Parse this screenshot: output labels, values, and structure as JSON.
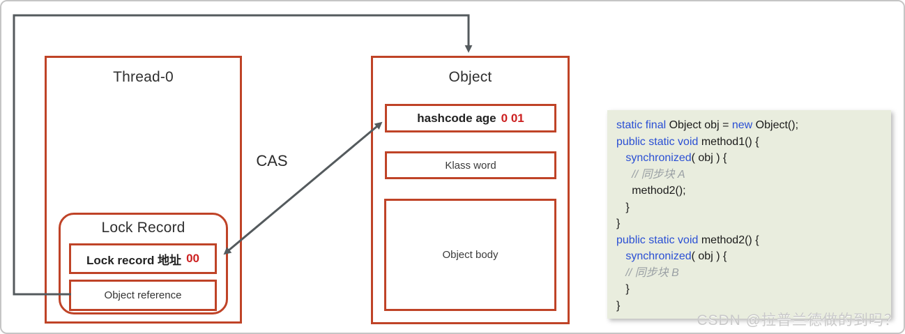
{
  "diagram": {
    "thread_box": {
      "title": "Thread-0"
    },
    "lock_record_box": {
      "title": "Lock Record",
      "address_row": {
        "label": "Lock record 地址",
        "value": "00"
      },
      "reference_row": {
        "label": "Object reference"
      }
    },
    "object_box": {
      "title": "Object",
      "mark_word_row": {
        "label": "hashcode age",
        "value": "0 01"
      },
      "klass_row": {
        "label": "Klass word"
      },
      "body_row": {
        "label": "Object body"
      }
    },
    "cas_label": "CAS"
  },
  "code_panel": {
    "lines": [
      [
        [
          "static final",
          "kw"
        ],
        [
          " Object obj = ",
          "plain"
        ],
        [
          "new",
          "kw"
        ],
        [
          " Object();",
          "plain"
        ]
      ],
      [
        [
          "public static void",
          "kw"
        ],
        [
          " method1() {",
          "plain"
        ]
      ],
      [
        [
          "   ",
          "plain"
        ],
        [
          "synchronized",
          "kw"
        ],
        [
          "( obj ) {",
          "plain"
        ]
      ],
      [
        [
          "     ",
          "plain"
        ],
        [
          "// 同步块 A",
          "comment"
        ]
      ],
      [
        [
          "     method2();",
          "plain"
        ]
      ],
      [
        [
          "   }",
          "plain"
        ]
      ],
      [
        [
          "}",
          "plain"
        ]
      ],
      [
        [
          "public static void",
          "kw"
        ],
        [
          " method2() {",
          "plain"
        ]
      ],
      [
        [
          "   ",
          "plain"
        ],
        [
          "synchronized",
          "kw"
        ],
        [
          "( obj ) {",
          "plain"
        ]
      ],
      [
        [
          "   ",
          "plain"
        ],
        [
          "// 同步块 B",
          "comment"
        ]
      ],
      [
        [
          "   }",
          "plain"
        ]
      ],
      [
        [
          "}",
          "plain"
        ]
      ]
    ]
  },
  "watermark": "CSDN @拉普兰德做的到吗？",
  "colors": {
    "box_border": "#bf4327",
    "arrow": "#545a5d",
    "highlight_red": "#cc2020",
    "keyword_blue": "#2a4fd4",
    "comment_gray": "#9aa0a4",
    "code_bg": "#e9edde"
  }
}
